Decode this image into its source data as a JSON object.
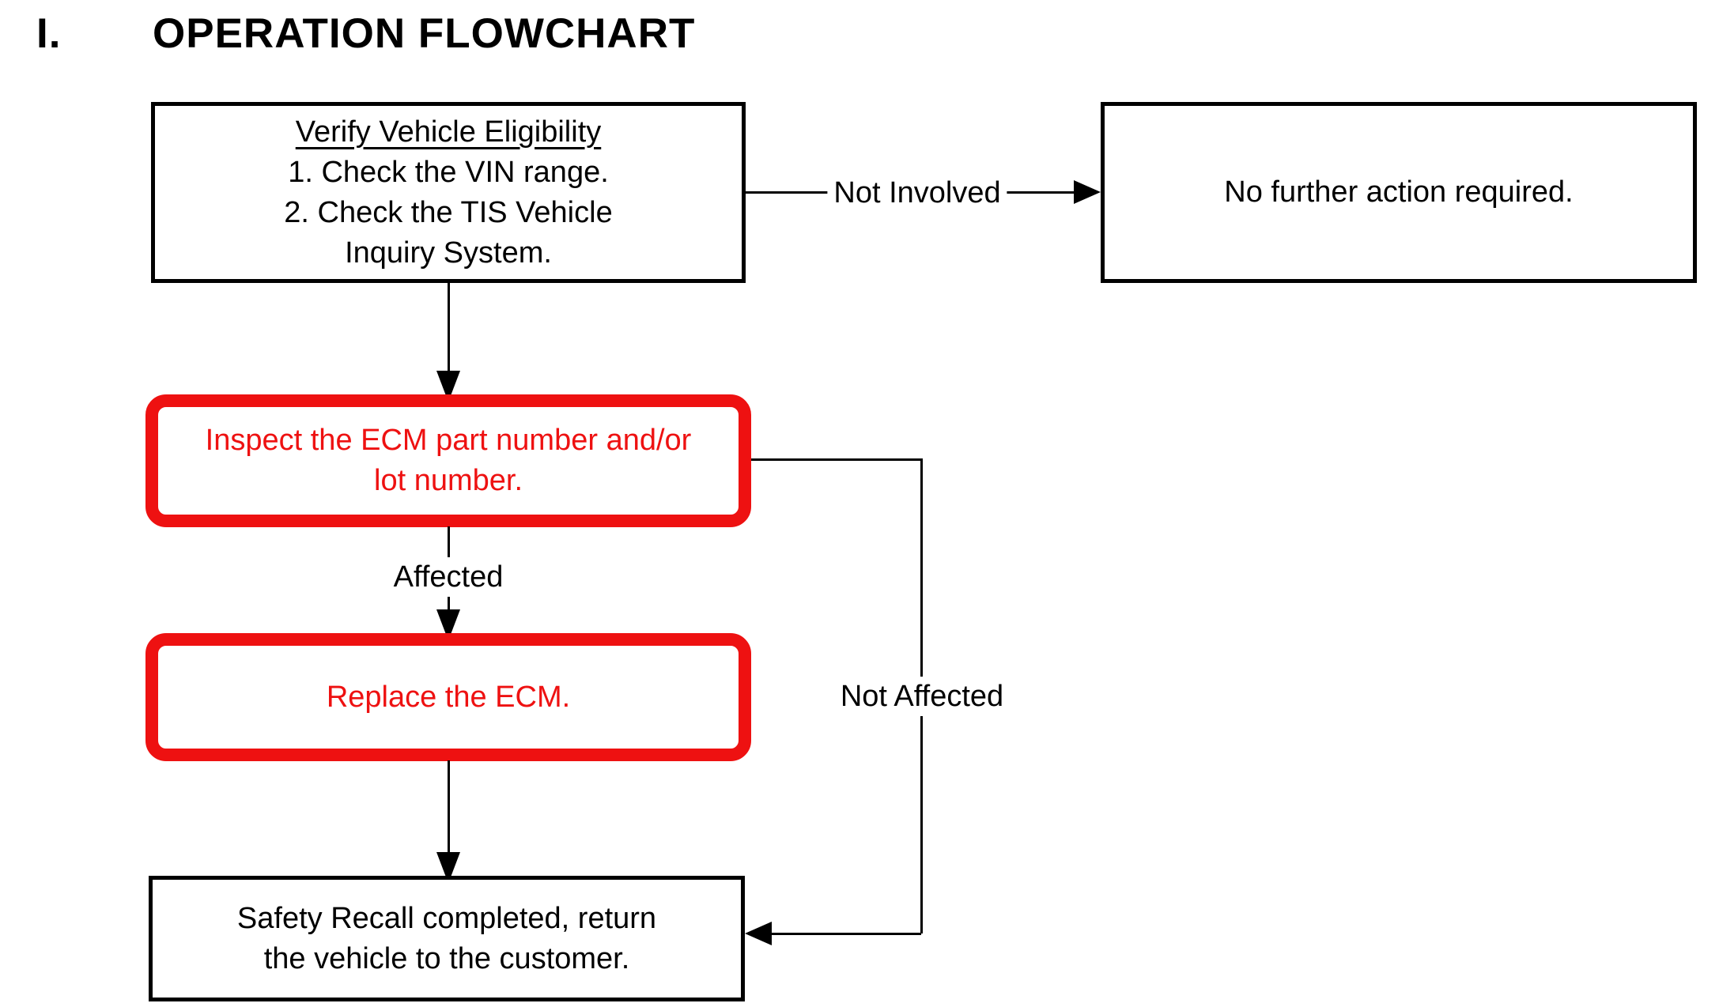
{
  "title": {
    "numeral": "I.",
    "text": "OPERATION FLOWCHART"
  },
  "colors": {
    "highlight_red": "#EE1111",
    "line_black": "#000000",
    "background": "#FFFFFF"
  },
  "nodes": {
    "verify": {
      "heading": "Verify Vehicle Eligibility",
      "step1": "1. Check the VIN range.",
      "step2_line1": "2. Check the TIS Vehicle",
      "step2_line2": "Inquiry System."
    },
    "no_action": {
      "text": "No further action required."
    },
    "inspect": {
      "line1": "Inspect the ECM part number and/or",
      "line2": "lot number."
    },
    "replace": {
      "text": "Replace the ECM."
    },
    "complete": {
      "line1": "Safety Recall completed, return",
      "line2": "the vehicle to the customer."
    }
  },
  "edges": {
    "not_involved": "Not Involved",
    "affected": "Affected",
    "not_affected": "Not Affected"
  }
}
